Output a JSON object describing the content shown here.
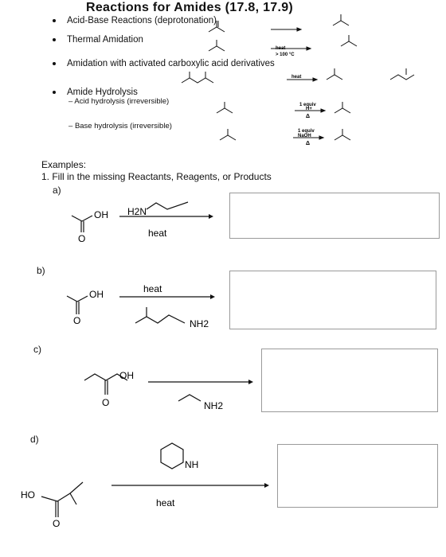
{
  "title": "Reactions for Amides (17.8, 17.9)",
  "bullets": [
    "Acid-Base Reactions (deprotonation)",
    "Thermal Amidation",
    "Amidation with activated carboxylic acid derivatives",
    "Amide Hydrolysis"
  ],
  "hydrolysis": {
    "acid": "Acid hydrolysis (irreversible)",
    "base": "Base hydrolysis (irreversible)"
  },
  "reagents": {
    "acid_equiv": "1 equiv",
    "acid_cat": "H+",
    "heat_sym": "Δ",
    "base_equiv": "1 equiv",
    "base_reagent": "NaOH",
    "thermal_heat": "heat",
    "thermal_temp": "> 100 °C",
    "activated_heat": "heat"
  },
  "examples": {
    "heading": "Examples:",
    "instruction": "1.  Fill in the missing Reactants, Reagents, or Products",
    "parts": {
      "a": {
        "label": "a)",
        "condition": "heat",
        "reagent_label": "H2N"
      },
      "b": {
        "label": "b)",
        "condition": "heat",
        "reagent_label": "NH2"
      },
      "c": {
        "label": "c)",
        "reagent_label": "NH2"
      },
      "d": {
        "label": "d)",
        "condition": "heat",
        "reagent_label": "NH"
      }
    }
  },
  "struct_labels": {
    "oh": "OH",
    "ho": "HO",
    "o": "O",
    "nh": "NH",
    "nh2": "NH2"
  }
}
